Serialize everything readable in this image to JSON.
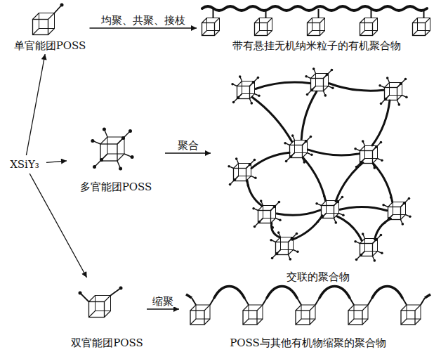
{
  "diagram": {
    "nodes": [
      {
        "text": [
          "XSiY₃"
        ]
      },
      {
        "text": [
          "单官能团POSS"
        ]
      },
      {
        "text": [
          "带有悬挂无机纳米粒子的有机聚合物"
        ]
      },
      {
        "text": [
          "多官能团POSS"
        ]
      },
      {
        "text": [
          "交联的聚合物"
        ]
      },
      {
        "text": [
          "双官能团POSS"
        ]
      },
      {
        "text": [
          "POSS与其他有机物缩聚的聚合物"
        ]
      }
    ],
    "edges": [
      {
        "from": 0,
        "to": 1,
        "arrow": "to"
      },
      {
        "from": 0,
        "to": 3,
        "arrow": "to"
      },
      {
        "from": 0,
        "to": 5,
        "arrow": "to"
      },
      {
        "from": 1,
        "to": 2,
        "arrow": "to",
        "label": "均聚、共聚、接枝"
      },
      {
        "from": 3,
        "to": 4,
        "arrow": "to",
        "label": "聚合"
      },
      {
        "from": 5,
        "to": 6,
        "arrow": "to",
        "label": "缩聚"
      }
    ]
  }
}
